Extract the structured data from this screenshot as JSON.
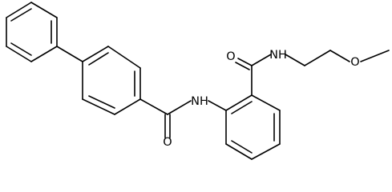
{
  "colors": {
    "bond": "#000000",
    "background": "#ffffff"
  },
  "atoms": {
    "amide_nh_left": "NH",
    "amide_o_left": "O",
    "amide_o_right": "O",
    "amide_nh_right": "NH",
    "ether_o": "O"
  }
}
